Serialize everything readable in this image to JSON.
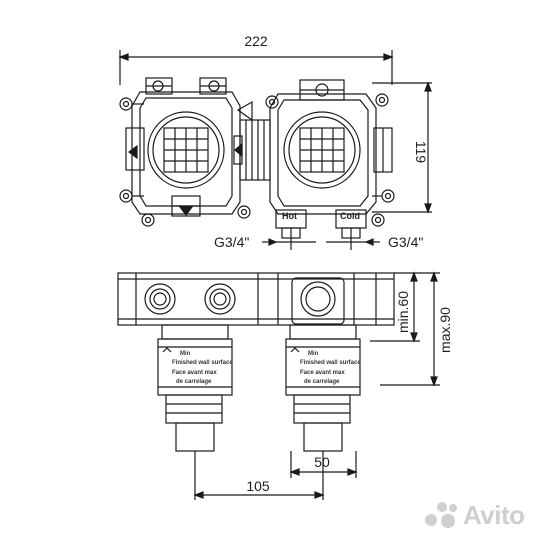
{
  "dimensions": {
    "width_total": "222",
    "height_body": "119",
    "inlet_left": "G3/4\"",
    "inlet_right": "G3/4\"",
    "min_depth": "min.60",
    "max_depth": "max.90",
    "spacing_center": "50",
    "spacing_total": "105"
  },
  "labels": {
    "hot": "Hot",
    "cold": "Cold",
    "cartridge_note_line1": "Min",
    "cartridge_note_line2": "Finished wall surface",
    "cartridge_note_line3": "Face avant max",
    "cartridge_note_line4": "de carrelage"
  },
  "watermark": {
    "text": "Avito",
    "colors": [
      "#97cf26",
      "#a169f7",
      "#ff6163",
      "#00aaff"
    ]
  }
}
